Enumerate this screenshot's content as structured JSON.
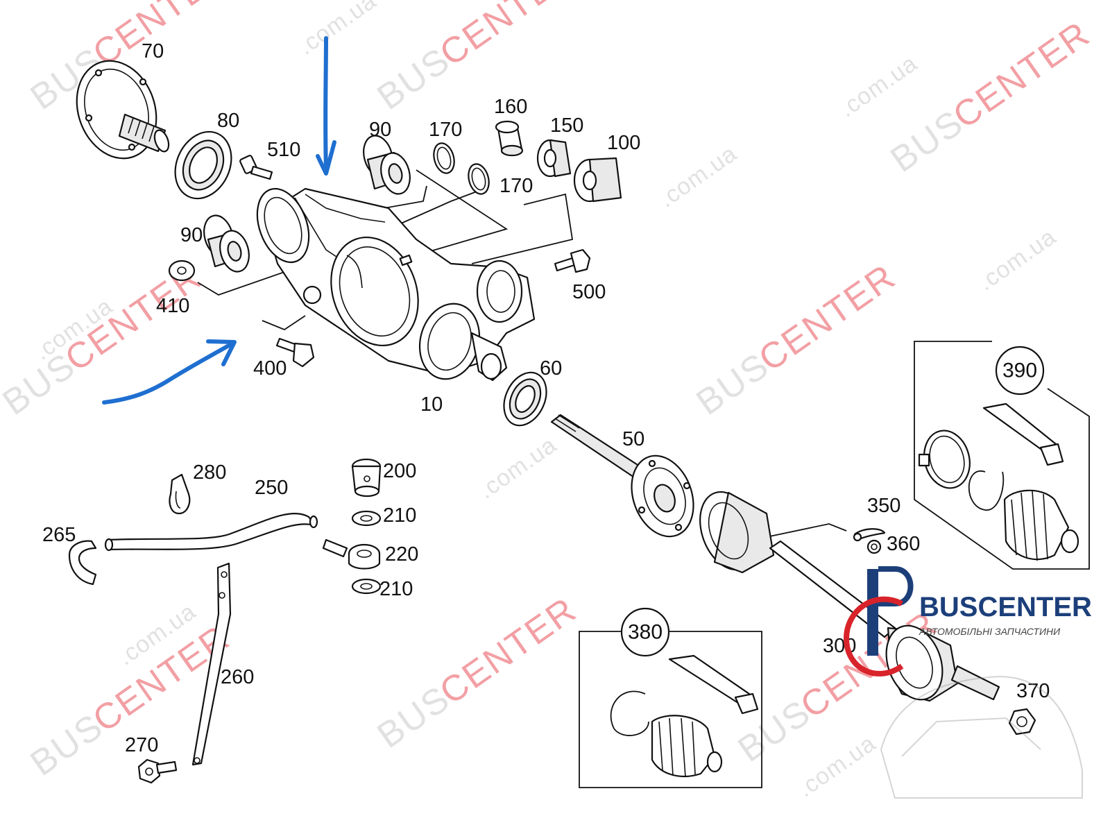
{
  "watermark": {
    "brand_a": "BUS",
    "brand_b": "CENTER",
    "domain": ".com.ua",
    "color_red": "#e8505a",
    "color_gray": "#c9c9c9"
  },
  "logo": {
    "title": "BUSCENTER",
    "subtitle": "АВТОМОБІЛЬНІ ЗАПЧАСТИНИ",
    "color_blue": "#1c3f7a",
    "color_red": "#d8232a"
  },
  "annotation_color": "#1f6fd0",
  "labels": {
    "p70": "70",
    "p80": "80",
    "p510": "510",
    "p90a": "90",
    "p90b": "90",
    "p170a": "170",
    "p170b": "170",
    "p160": "160",
    "p150": "150",
    "p100": "100",
    "p410": "410",
    "p400": "400",
    "p500": "500",
    "p10": "10",
    "p60": "60",
    "p50": "50",
    "p200": "200",
    "p210a": "210",
    "p220": "220",
    "p210b": "210",
    "p280": "280",
    "p250": "250",
    "p265": "265",
    "p260": "260",
    "p270": "270",
    "p350": "350",
    "p360": "360",
    "p300": "300",
    "p370": "370",
    "p390": "390",
    "p380": "380"
  }
}
